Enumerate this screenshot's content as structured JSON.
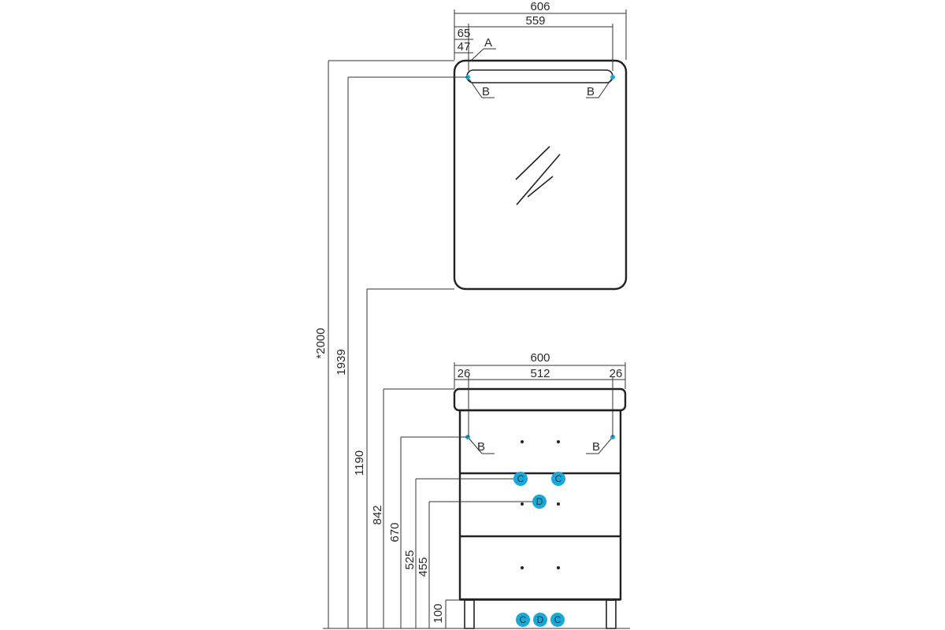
{
  "colors": {
    "line": "#222222",
    "marker_fill": "#1aa8d6",
    "point": "#1aa8d6"
  },
  "mirror": {
    "width_total": "606",
    "width_inner": "559",
    "offset_65": "65",
    "offset_47": "47",
    "label_a": "A",
    "label_b_left": "B",
    "label_b_right": "B"
  },
  "vanity": {
    "width_total": "600",
    "width_inner": "512",
    "side_left": "26",
    "side_right": "26",
    "label_b_left": "B",
    "label_b_right": "B"
  },
  "heights": {
    "total": "*2000",
    "h1939": "1939",
    "h1190": "1190",
    "h842": "842",
    "h670": "670",
    "h525": "525",
    "h455": "455",
    "h100": "100"
  },
  "markers": {
    "c_left": "C",
    "c_right": "C",
    "d_mid": "D",
    "floor_c1": "C",
    "floor_d": "D",
    "floor_c2": "C"
  }
}
